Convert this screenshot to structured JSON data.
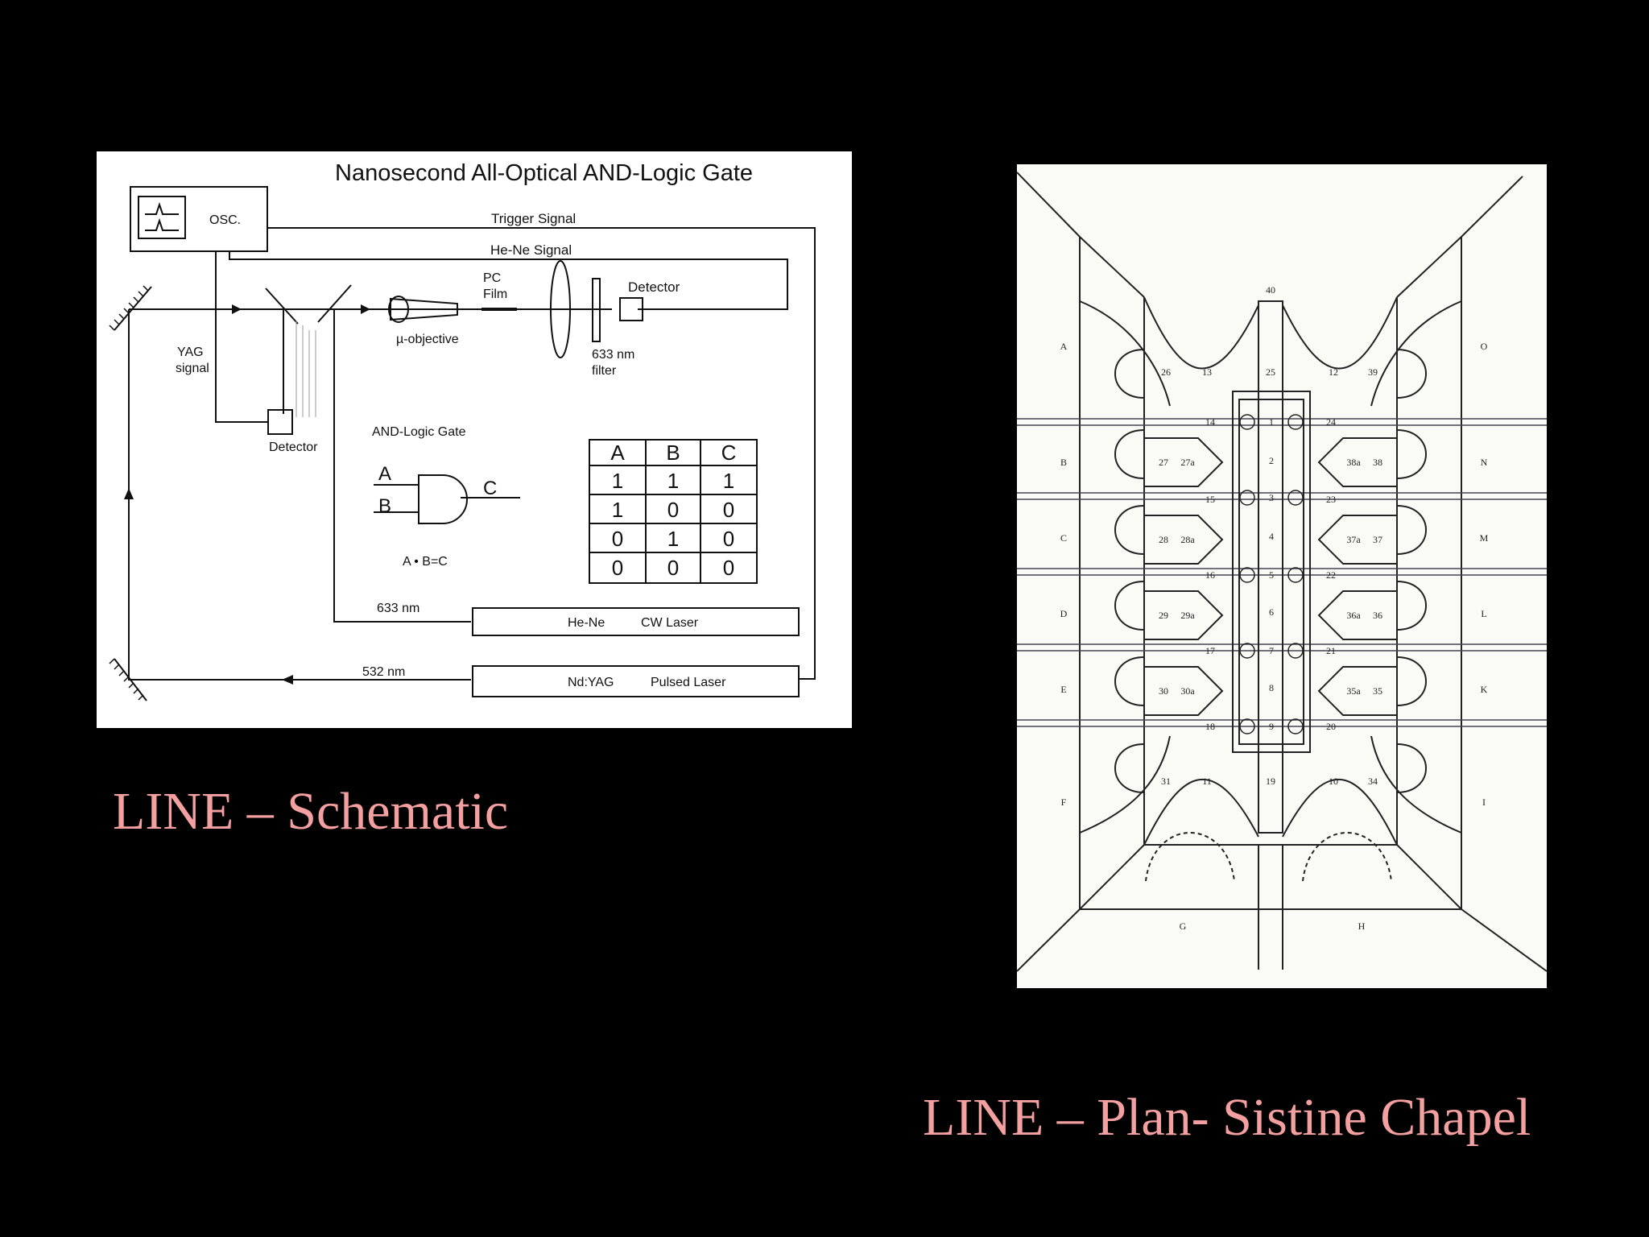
{
  "schematic": {
    "title": "Nanosecond All-Optical AND-Logic Gate",
    "osc": "OSC.",
    "trigger": "Trigger Signal",
    "hene_signal": "He-Ne Signal",
    "pc": "PC",
    "film": "Film",
    "detector_top": "Detector",
    "objective": "µ-objective",
    "filter1": "633 nm",
    "filter2": "filter",
    "yag1": "YAG",
    "yag2": "signal",
    "detector_bottom": "Detector",
    "gate_title": "AND-Logic Gate",
    "in_a": "A",
    "in_b": "B",
    "out_c": "C",
    "equation": "A • B=C",
    "truth_header": [
      "A",
      "B",
      "C"
    ],
    "truth_rows": [
      [
        "1",
        "1",
        "1"
      ],
      [
        "1",
        "0",
        "0"
      ],
      [
        "0",
        "1",
        "0"
      ],
      [
        "0",
        "0",
        "0"
      ]
    ],
    "wl_633": "633 nm",
    "wl_532": "532 nm",
    "laser1_a": "He-Ne",
    "laser1_b": "CW Laser",
    "laser2_a": "Nd:YAG",
    "laser2_b": "Pulsed Laser"
  },
  "plan": {
    "left_letters": [
      "A",
      "B",
      "C",
      "D",
      "E",
      "F"
    ],
    "right_letters": [
      "O",
      "N",
      "M",
      "L",
      "K",
      "I"
    ],
    "bottom_letters": [
      "G",
      "H"
    ],
    "top_number": "40",
    "row_labels": {
      "top": [
        "26",
        "13",
        "25",
        "12",
        "39"
      ],
      "bottom": [
        "31",
        "11",
        "19",
        "10",
        "34"
      ]
    },
    "left_small": [
      "14",
      "15",
      "16",
      "17",
      "18"
    ],
    "right_small": [
      "24",
      "23",
      "22",
      "21",
      "20"
    ],
    "center": [
      "1",
      "2",
      "3",
      "4",
      "5",
      "6",
      "7",
      "8",
      "9"
    ],
    "left_pairs": [
      [
        "27",
        "27a"
      ],
      [
        "28",
        "28a"
      ],
      [
        "29",
        "29a"
      ],
      [
        "30",
        "30a"
      ]
    ],
    "right_pairs": [
      [
        "38a",
        "38"
      ],
      [
        "37a",
        "37"
      ],
      [
        "36a",
        "36"
      ],
      [
        "35a",
        "35"
      ]
    ]
  },
  "captions": {
    "left": "LINE – Schematic",
    "right": "LINE – Plan- Sistine Chapel"
  }
}
